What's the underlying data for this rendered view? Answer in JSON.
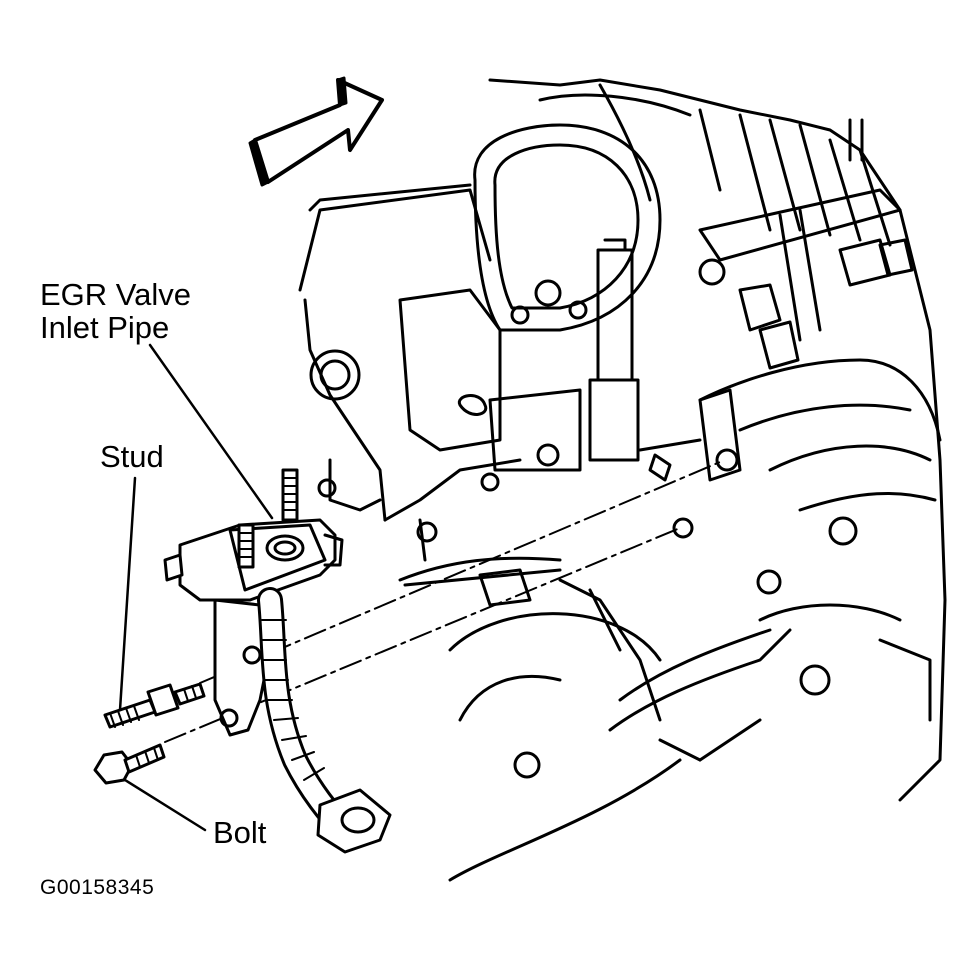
{
  "labels": {
    "egr_line1": "EGR Valve",
    "egr_line2": "Inlet Pipe",
    "stud": "Stud",
    "bolt": "Bolt"
  },
  "figure_id": "G00158345",
  "colors": {
    "line": "#000000",
    "background": "#ffffff"
  },
  "icons": {
    "direction_arrow": "front-direction-arrow-icon"
  }
}
